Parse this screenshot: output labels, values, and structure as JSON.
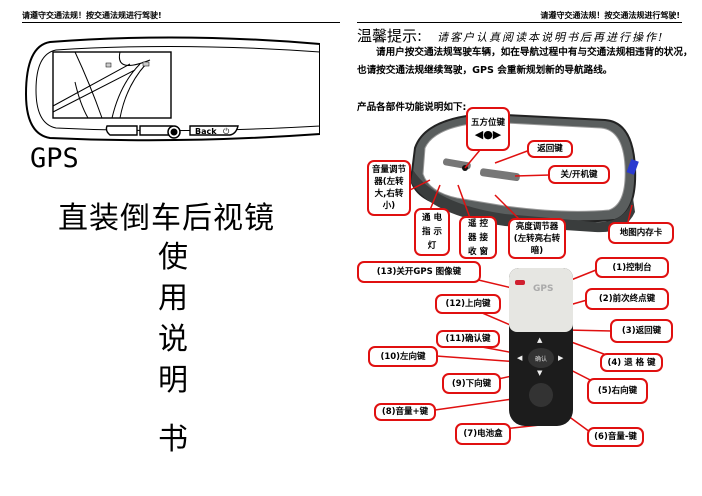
{
  "header": {
    "left": "请遵守交通法规！按交通法规进行驾驶!",
    "right": "请遵守交通法规！按交通法规进行驾驶!"
  },
  "cover": {
    "gps": "GPS",
    "subtitle": "直装倒车后视镜",
    "manual_chars": [
      "使",
      "用",
      "说",
      "明",
      "书"
    ],
    "mirror_back_label": "Back"
  },
  "tip": {
    "title": "温馨提示:",
    "handwritten": "请客户认真阅读本说明书后再进行操作!",
    "paragraph": "请用户按交通法规驾驶车辆，如在导航过程中有与交通法规相违背的状况，也请按交通法规继续驾驶，GPS 会重新规划新的导航路线。",
    "intro": "产品各部件功能说明如下:"
  },
  "mirror_callouts": {
    "five_way": "五方位键",
    "back": "返回键",
    "power": "关/开机键",
    "volume": "音量调节器(左转大,右转小)",
    "power_led": "通 电 指 示 灯",
    "ir_window": "遥 控 器 接 收 窗",
    "brightness": "亮度调节器(左转亮右转暗)",
    "map_card": "地图内存卡"
  },
  "remote_callouts": {
    "c1": "(1)控制台",
    "c2": "(2)前次终点键",
    "c3": "(3)返回键",
    "c4": "(4) 退 格 键",
    "c5": "(5)右向键",
    "c6": "(6)音量-键",
    "c7": "(7)电池盒",
    "c8": "(8)音量+键",
    "c9": "(9)下向键",
    "c10": "(10)左向键",
    "c11": "(11)确认键",
    "c12": "(12)上向键",
    "c13": "(13)关开GPS 图像键"
  },
  "remote": {
    "logo": "GPS",
    "ok": "确认"
  }
}
